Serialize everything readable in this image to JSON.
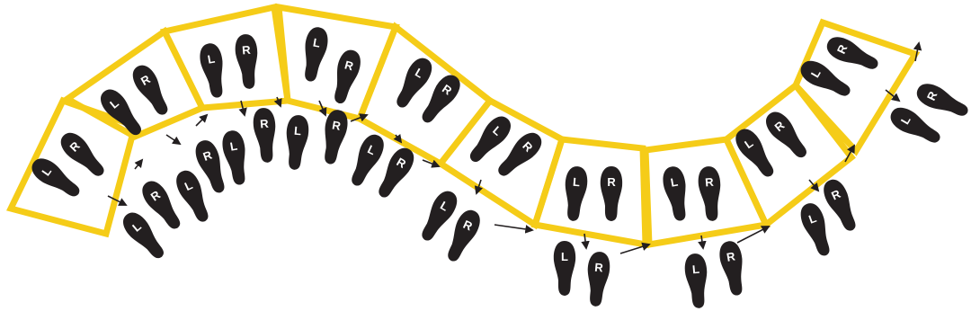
{
  "diagram": {
    "colors": {
      "box_stroke": "#F5CC18",
      "foot_fill": "#231F20",
      "letter_fill": "#FFFFFF",
      "arrow": "#231F20",
      "background": "#FFFFFF"
    },
    "labels": {
      "left": "L",
      "right": "R"
    },
    "icons": {
      "foot": "shoe-sole-icon",
      "arrow": "arrow-icon"
    },
    "boxes": [
      {
        "id": "box-1"
      },
      {
        "id": "box-2"
      },
      {
        "id": "box-3"
      },
      {
        "id": "box-4"
      },
      {
        "id": "box-5"
      },
      {
        "id": "box-6"
      },
      {
        "id": "box-7"
      },
      {
        "id": "box-8"
      },
      {
        "id": "box-9"
      },
      {
        "id": "box-10"
      }
    ]
  }
}
